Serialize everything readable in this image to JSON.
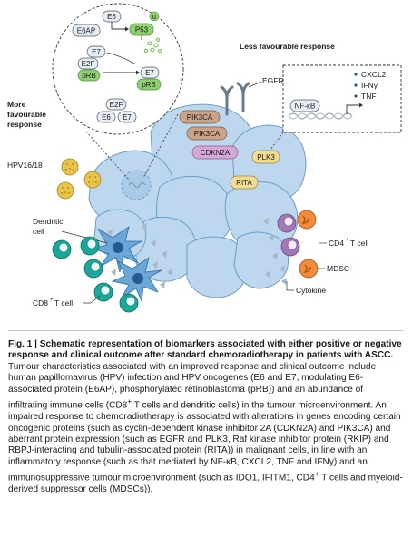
{
  "figure": {
    "labels": {
      "less_favourable": "Less favourable response",
      "more_favourable_1": "More",
      "more_favourable_2": "favourable",
      "more_favourable_3": "response",
      "hpv": "HPV16/18",
      "egfr": "EGFR",
      "dendritic_1": "Dendritic",
      "dendritic_2": "cell",
      "cd8": "CD8",
      "cd8_suffix": "T cell",
      "cd4": "CD4",
      "cd4_suffix": "T cell",
      "mdsc": "MDSC",
      "cytokine": "Cytokine",
      "plus": "+"
    },
    "inset_left": {
      "e6": "E6",
      "e6ap": "E6AP",
      "p53": "P53",
      "u": "u",
      "e7_top": "E7",
      "e2f_top": "E2F",
      "prb_top": "pRB",
      "e7_right": "E7",
      "prb_right": "pRB",
      "e2f_bottom": "E2F",
      "e6_bottom": "E6",
      "e7_bottom": "E7"
    },
    "inset_right": {
      "nfkb": "NF-κB",
      "cxcl2": "CXCL2",
      "ifng": "IFNγ",
      "tnf": "TNF"
    },
    "tumour_pills": {
      "pik3ca_1": "PIK3CA",
      "pik3ca_2": "PIK3CA",
      "cdkn2a": "CDKN2A",
      "plk3": "PLK3",
      "rita": "RITA"
    },
    "colors": {
      "tumour_fill": "#bcd7ee",
      "tumour_stroke": "#6d9fc8",
      "pik3ca": "#c9a48a",
      "cdkn2a": "#d6a8d6",
      "plk3_rita": "#f2dc92",
      "green_protein": "#8fd170",
      "virus": "#e8c44a",
      "dendritic": "#6aa6d6",
      "cd8_teal": "#1aa89a",
      "cd4_purple": "#a278b6",
      "mdsc_orange": "#f08c3a"
    }
  },
  "caption": {
    "title": "Fig. 1 | Schematic representation of biomarkers associated with either positive or negative response and clinical outcome after standard chemoradiotherapy in patients with ASCC.",
    "body_1": " Tumour characteristics associated with an improved response and clinical outcome include human papillomavirus (HPV) infection and HPV oncogenes (E6 and E7, modulating E6-associated protein (E6AP), phosphorylated retinoblastoma (pRB)) and an abundance of infiltrating immune cells (CD8",
    "sup_1": "+",
    "body_2": " T cells and dendritic cells) in the tumour microenvironment. An impaired response to chemoradiotherapy is associated with alterations in genes encoding certain oncogenic proteins (such as cyclin-dependent kinase inhibitor 2A (CDKN2A) and PIK3CA) and aberrant protein expression (such as EGFR and PLK3, Raf kinase inhibitor protein (RKIP) and RBPJ-interacting and tubulin-associated protein (RITA)) in malignant cells, in line with an inflammatory response (such as that mediated by NF-κB, CXCL2, TNF and IFNγ) and an immunosuppressive tumour microenvironment (such as IDO1, IFITM1, CD4",
    "sup_2": "+",
    "body_3": " T cells and myeloid-derived suppressor cells (MDSCs))."
  }
}
